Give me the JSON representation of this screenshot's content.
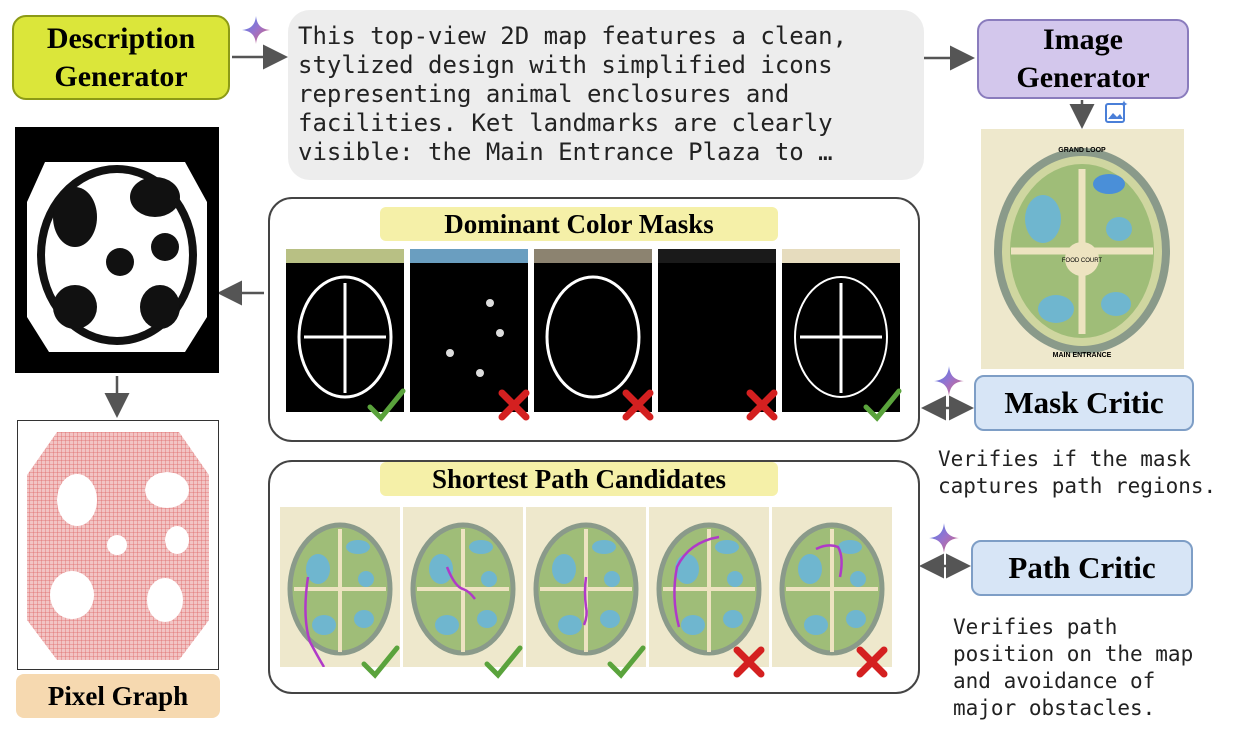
{
  "description_generator": {
    "title": "Description Generator"
  },
  "image_generator": {
    "title": "Image Generator"
  },
  "description_text": "This top-view 2D map features a clean,\nstylized design with simplified icons\nrepresenting animal enclosures and\nfacilities. Ket landmarks are clearly\nvisible: the Main Entrance Plaza to …",
  "dominant_color_masks": {
    "title": "Dominant Color Masks",
    "masks": [
      {
        "color": "#b8c084",
        "verdict": "check"
      },
      {
        "color": "#6a9ec0",
        "verdict": "cross"
      },
      {
        "color": "#8c8370",
        "verdict": "cross"
      },
      {
        "color": "#1a1a1a",
        "verdict": "cross"
      },
      {
        "color": "#e6dcbe",
        "verdict": "check"
      }
    ]
  },
  "shortest_path_candidates": {
    "title": "Shortest Path Candidates",
    "candidates": [
      {
        "verdict": "check"
      },
      {
        "verdict": "check"
      },
      {
        "verdict": "check"
      },
      {
        "verdict": "cross"
      },
      {
        "verdict": "cross"
      }
    ]
  },
  "map_labels": {
    "top": "GRAND LOOP",
    "center": "FOOD COURT",
    "bottom": "MAIN ENTRANCE"
  },
  "mask_critic": {
    "title": "Mask Critic",
    "note": "Verifies if the mask\ncaptures path regions."
  },
  "path_critic": {
    "title": "Path Critic",
    "note": "Verifies path\nposition on the map\nand avoidance of\nmajor obstacles."
  },
  "pixel_graph": {
    "title": "Pixel Graph"
  },
  "colors": {
    "check": "#5aa33c",
    "cross": "#d42020",
    "path": "#b03ac8",
    "arrow": "#555555"
  },
  "icons": [
    "gemini-sparkle-icon",
    "image-gen-icon",
    "check-icon",
    "cross-icon"
  ]
}
